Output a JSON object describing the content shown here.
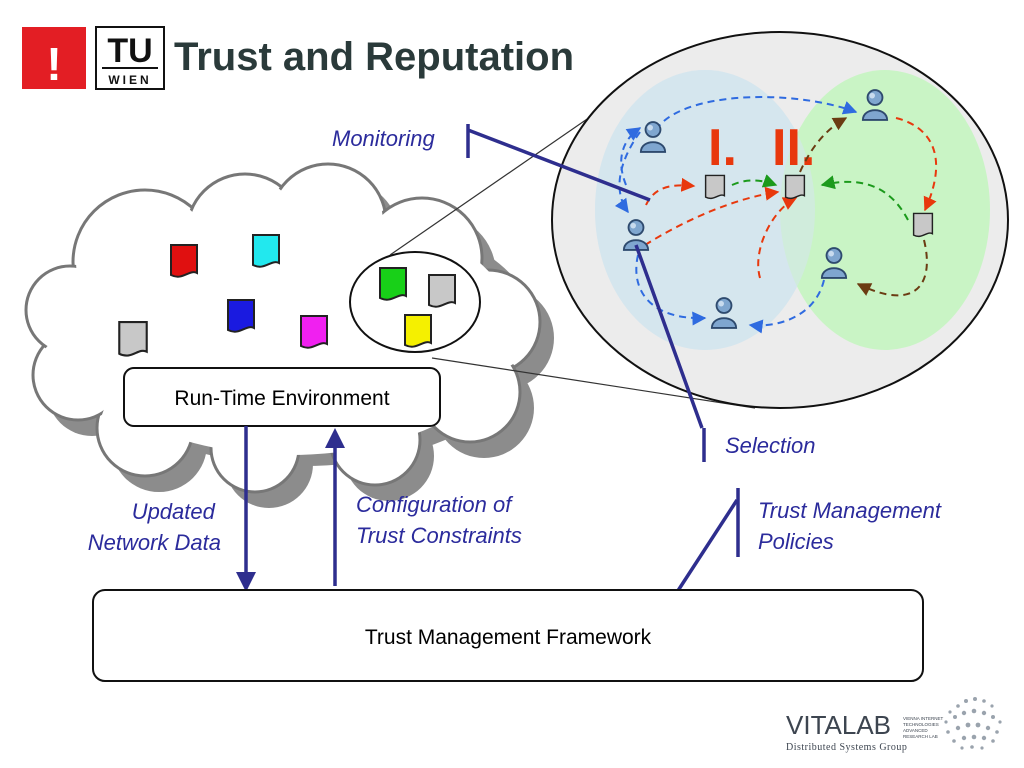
{
  "header": {
    "title": "Trust and Reputation",
    "logo_left": "!",
    "tu_logo_top": "TU",
    "tu_logo_bottom": "WIEN"
  },
  "labels": {
    "monitoring": "Monitoring",
    "selection": "Selection",
    "updated_network_data": [
      "Updated",
      "Network Data"
    ],
    "configuration": [
      "Configuration of",
      "Trust Constraints"
    ],
    "policies": [
      "Trust Management",
      "Policies"
    ],
    "region_one": "I.",
    "region_two": "II."
  },
  "boxes": {
    "runtime": "Run-Time Environment",
    "framework": "Trust Management Framework"
  },
  "footer": {
    "vitalab": "VITALAB",
    "vitalab_small": [
      "VIENNA INTERNET",
      "TECHNOLOGIES",
      "ADVANCED",
      "RESEARCH LAB"
    ],
    "group": "Distributed Systems Group"
  },
  "colors": {
    "label_blue": "#2b2b9c",
    "logo_red": "#e31e24",
    "region_one": "#d6e6ee",
    "region_two": "#c9f4c5",
    "highlight_red": "#e8380d"
  },
  "documents": {
    "cloud": [
      "red",
      "cyan",
      "blue",
      "magenta",
      "gray"
    ],
    "inset": [
      "green",
      "gray",
      "yellow"
    ]
  }
}
